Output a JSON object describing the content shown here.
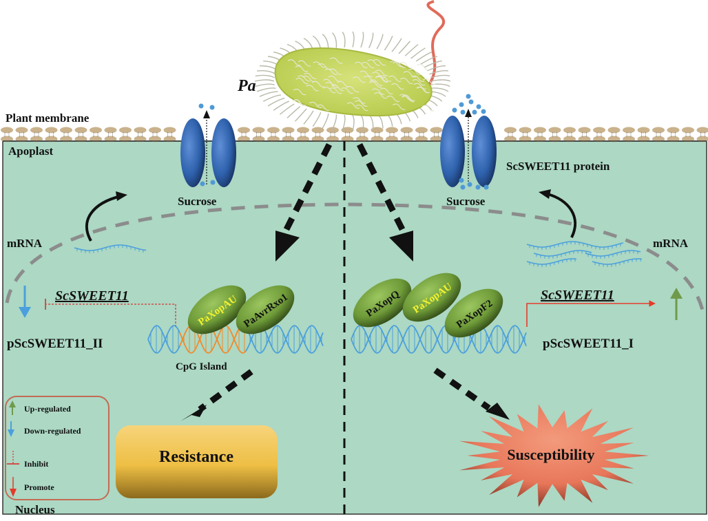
{
  "title": "Pa effector regulation of ScSWEET11 in sugarcane",
  "colors": {
    "apoplast_fill": "#acd8c4",
    "membrane_head": "#c9b28c",
    "transporter_blue": "#2f62ad",
    "sucrose_dot": "#4f9ad6",
    "bacterium_body": "#c7d863",
    "flagellum": "#e06a5a",
    "effector_green": "#6e9a38",
    "effector_label_yellow": "#f2f230",
    "dna_blue": "#4a9fdc",
    "dna_orange": "#f08a2a",
    "promote_red": "#e53a2a",
    "inhibit_red": "#d0504a",
    "up_green": "#6f9a4a",
    "down_blue": "#4a9fdc",
    "resistance_yellow": "#f0c34a",
    "susceptibility_orange": "#e8775a",
    "legend_border": "#c46a52",
    "nuclear_envelope_gray": "#8c8c8c"
  },
  "labels": {
    "pathogen": "Pa",
    "plant_membrane": "Plant membrane",
    "apoplast": "Apoplast",
    "sucrose_left": "Sucrose",
    "sucrose_right": "Sucrose",
    "protein": "ScSWEET11 protein",
    "mrna_left": "mRNA",
    "mrna_right": "mRNA",
    "gene_left": "ScSWEET11",
    "gene_right": "ScSWEET11",
    "promoter_left": "pScSWEET11_II",
    "promoter_right": "pScSWEET11_I",
    "cpg": "CpG Island",
    "resistance": "Resistance",
    "susceptibility": "Susceptibility",
    "nucleus": "Nucleus"
  },
  "effectors_left": [
    {
      "name": "PaXopAU",
      "highlight": true
    },
    {
      "name": "PaAvrRxo1",
      "highlight": false
    }
  ],
  "effectors_right": [
    {
      "name": "PaXopQ",
      "highlight": false
    },
    {
      "name": "PaXopAU",
      "highlight": true
    },
    {
      "name": "PaXopF2",
      "highlight": false
    }
  ],
  "legend": [
    {
      "symbol": "up-arrow",
      "label": "Up-regulated"
    },
    {
      "symbol": "down-arrow",
      "label": "Down-regulated"
    },
    {
      "symbol": "inhibit-bar",
      "label": "Inhibit"
    },
    {
      "symbol": "promote-arrow",
      "label": "Promote"
    }
  ]
}
